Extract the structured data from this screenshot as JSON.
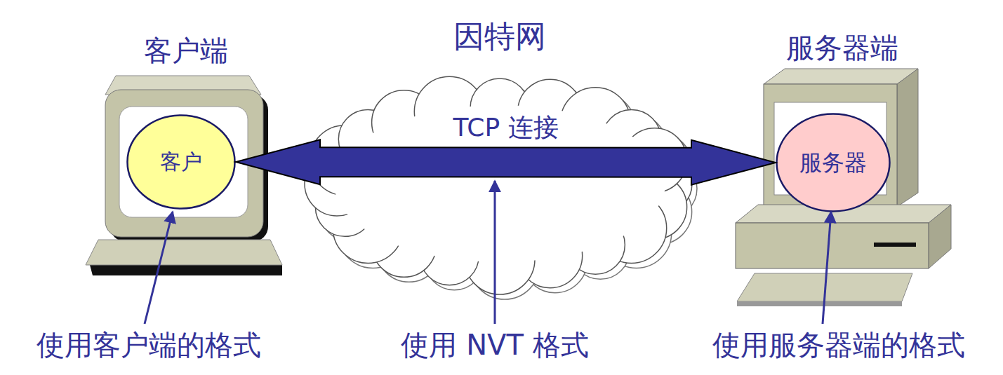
{
  "diagram": {
    "nodes": [
      {
        "text": [
          "客户端"
        ]
      },
      {
        "text": [
          "客户"
        ],
        "in": 0
      },
      {
        "text": [
          "服务器端"
        ]
      },
      {
        "text": [
          "服务器"
        ],
        "in": 2
      }
    ],
    "edges": [
      {
        "from": 1,
        "to": 3,
        "arrow": "both",
        "label": "TCP 连接"
      }
    ],
    "labels": [
      "因特网",
      "使用客户端的格式",
      "使用 NVT 格式",
      "使用服务器端的格式"
    ]
  }
}
